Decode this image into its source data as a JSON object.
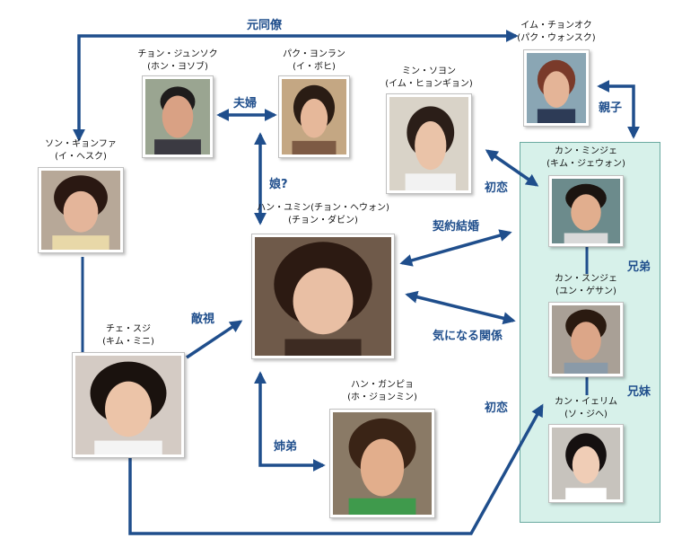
{
  "people": {
    "lim": {
      "name": "イム・チョンオク",
      "actor": "(パク・ウォンスク)"
    },
    "jeong": {
      "name": "チョン・ジュンソク",
      "actor": "(ホン・ヨソブ)"
    },
    "park": {
      "name": "パク・ヨンラン",
      "actor": "(イ・ボヒ)"
    },
    "min": {
      "name": "ミン・ソヨン",
      "actor": "(イム・ヒョンギョン)"
    },
    "son": {
      "name": "ソン・ギョンファ",
      "actor": "(イ・ヘスク)"
    },
    "han": {
      "name": "ハン・ユミン(チョン・ヘウォン)",
      "actor": "(チョン・ダビン)"
    },
    "minjae": {
      "name": "カン・ミンジェ",
      "actor": "(キム・ジェウォン)"
    },
    "sungjae": {
      "name": "カン・スンジェ",
      "actor": "(ユン・ゲサン)"
    },
    "irum": {
      "name": "カン・イェリム",
      "actor": "(ソ・ジヘ)"
    },
    "choi": {
      "name": "チェ・スジ",
      "actor": "(キム・ミニ)"
    },
    "ganpyo": {
      "name": "ハン・ガンピョ",
      "actor": "(ホ・ジョンミン)"
    }
  },
  "relations": {
    "colleague": "元同僚",
    "couple": "夫婦",
    "parent_child": "親子",
    "daughter": "娘?",
    "first_love_top": "初恋",
    "contract_marriage": "契約結婚",
    "brothers": "兄弟",
    "rivalry": "敵視",
    "interested": "気になる関係",
    "siblings": "兄妹",
    "first_love_bottom": "初恋",
    "sister_brother": "姉弟"
  },
  "colors": {
    "arrow": "#1f4e8c",
    "family_box": "#d7f1ea",
    "family_border": "#6aa9a0"
  }
}
